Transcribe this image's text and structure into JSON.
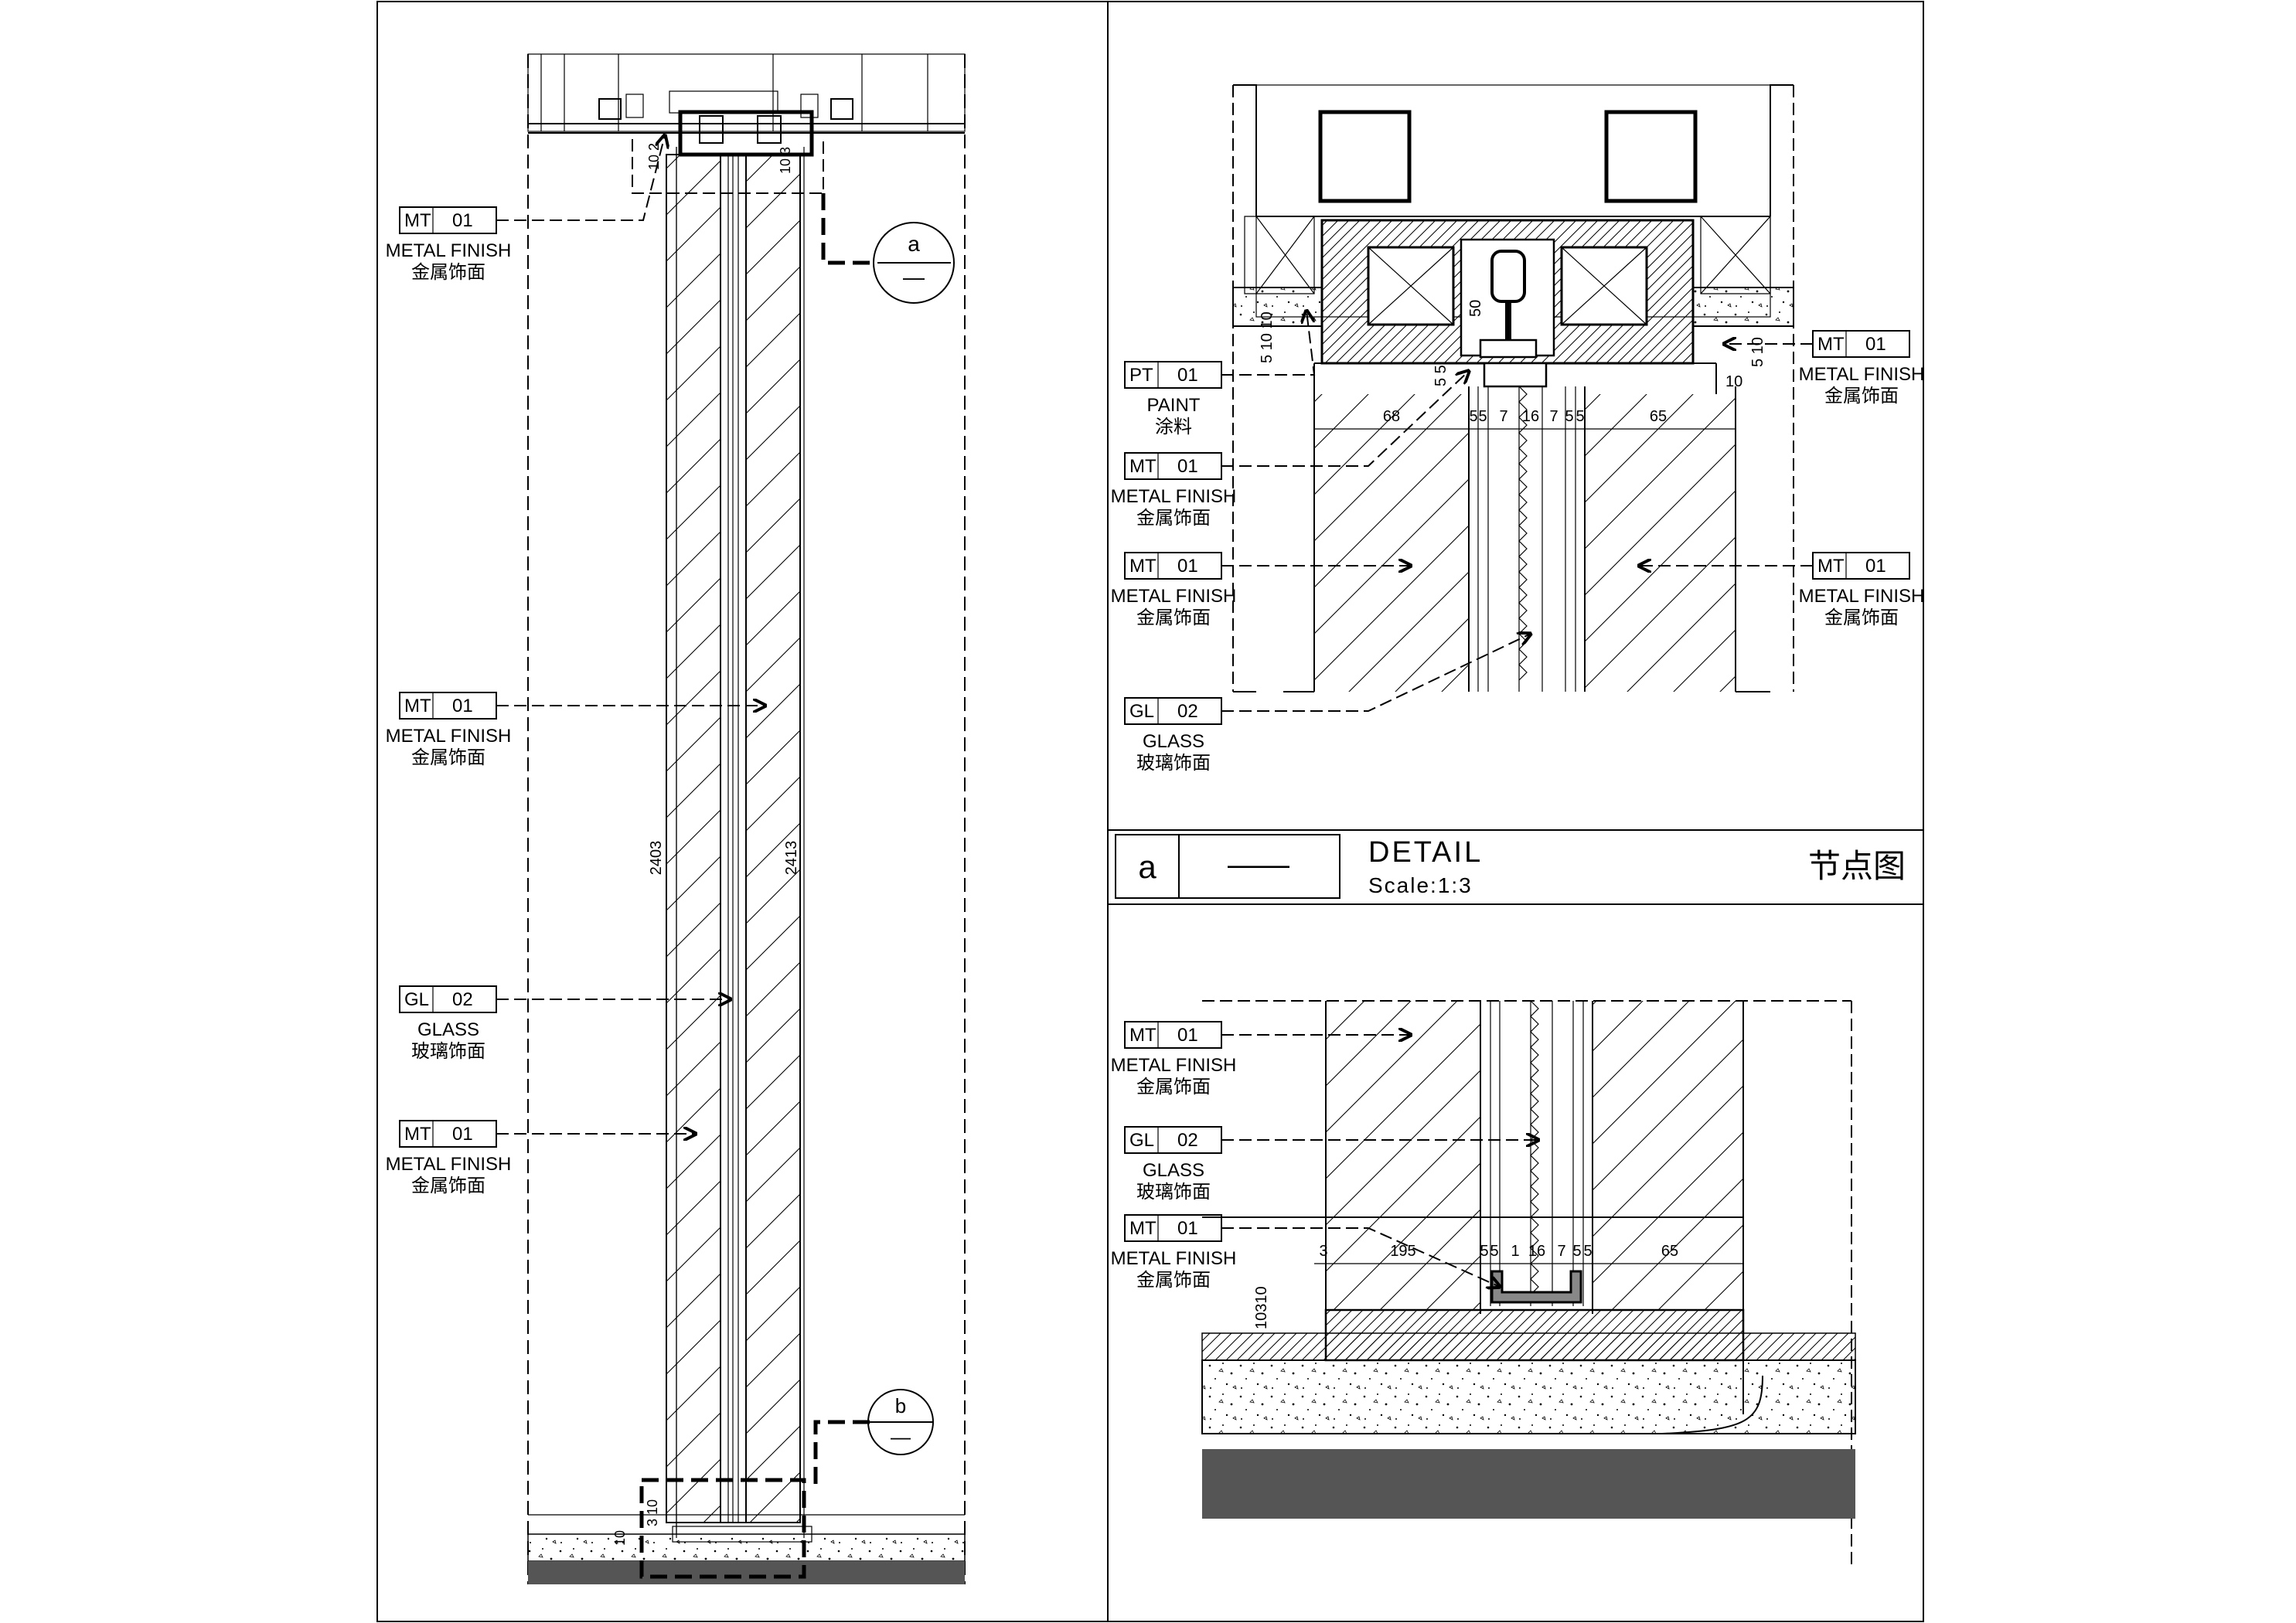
{
  "elevation": {
    "tags": [
      {
        "code": "MT",
        "num": "01",
        "label": "METAL FINISH",
        "label_cn": "金属饰面"
      },
      {
        "code": "MT",
        "num": "01",
        "label": "METAL FINISH",
        "label_cn": "金属饰面"
      },
      {
        "code": "GL",
        "num": "02",
        "label": "GLASS",
        "label_cn": "玻璃饰面"
      },
      {
        "code": "MT",
        "num": "01",
        "label": "METAL FINISH",
        "label_cn": "金属饰面"
      }
    ],
    "dims": {
      "left_height": "2403",
      "right_height": "2413",
      "top_left": "10 2",
      "top_right": "10 3",
      "bottom_a": "10",
      "bottom_b": "3 10"
    },
    "callouts": [
      {
        "id": "a",
        "sub": "—"
      },
      {
        "id": "b",
        "sub": "—"
      }
    ]
  },
  "detail_top": {
    "tags": [
      {
        "code": "PT",
        "num": "01",
        "label": "PAINT",
        "label_cn": "涂料"
      },
      {
        "code": "MT",
        "num": "01",
        "label": "METAL FINISH",
        "label_cn": "金属饰面"
      },
      {
        "code": "MT",
        "num": "01",
        "label": "METAL FINISH",
        "label_cn": "金属饰面"
      },
      {
        "code": "GL",
        "num": "02",
        "label": "GLASS",
        "label_cn": "玻璃饰面"
      },
      {
        "code": "MT",
        "num": "01",
        "label": "METAL FINISH",
        "label_cn": "金属饰面"
      },
      {
        "code": "MT",
        "num": "01",
        "label": "METAL FINISH",
        "label_cn": "金属饰面"
      }
    ],
    "dims": [
      "68",
      "5",
      "5",
      "7",
      "16",
      "7",
      "5",
      "5",
      "65"
    ],
    "dims_misc": {
      "d50": "50",
      "d55": "5 5",
      "left_v": "5 10 10",
      "right_v": "5 10",
      "right_10": "10"
    }
  },
  "title_block": {
    "id": "a",
    "dash": "——",
    "title": "DETAIL",
    "scale": "Scale:1:3",
    "title_cn": "节点图"
  },
  "detail_bottom": {
    "tags": [
      {
        "code": "MT",
        "num": "01",
        "label": "METAL FINISH",
        "label_cn": "金属饰面"
      },
      {
        "code": "GL",
        "num": "02",
        "label": "GLASS",
        "label_cn": "玻璃饰面"
      },
      {
        "code": "MT",
        "num": "01",
        "label": "METAL FINISH",
        "label_cn": "金属饰面"
      }
    ],
    "dims": [
      "3",
      "195",
      "5",
      "5",
      "1",
      "16",
      "7",
      "5",
      "5",
      "65"
    ],
    "dims_misc": {
      "vertical": "10310"
    }
  }
}
